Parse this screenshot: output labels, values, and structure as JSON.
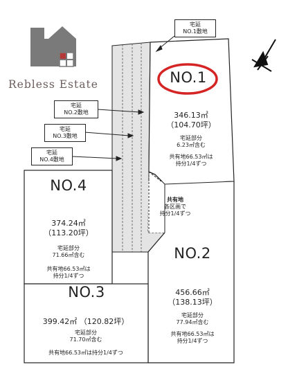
{
  "brand": {
    "name": "Rebless Estate"
  },
  "compass": {
    "icon": "north-arrow-icon"
  },
  "callouts": [
    {
      "line1": "宅延",
      "line2": "NO.1敷地"
    },
    {
      "line1": "宅延",
      "line2": "NO.2敷地"
    },
    {
      "line1": "宅延",
      "line2": "NO.3敷地"
    },
    {
      "line1": "宅延",
      "line2": "NO.4敷地"
    }
  ],
  "lots": {
    "no1": {
      "name": "NO.1",
      "area_m2": "346.13㎡",
      "area_tsubo": "（104.70坪）",
      "driveway_label": "宅延部分",
      "driveway_area": "6.23㎡含む",
      "shared_note1": "共有地66.53㎡は",
      "shared_note2": "持分1/4ずつ",
      "highlight_color": "#d42424"
    },
    "no2": {
      "name": "NO.2",
      "area_m2": "456.66㎡",
      "area_tsubo": "（138.13坪）",
      "driveway_label": "宅延部分",
      "driveway_area": "77.94㎡含む",
      "shared_note1": "共有地66.53㎡は",
      "shared_note2": "持分1/4ずつ"
    },
    "no3": {
      "name": "NO.3",
      "area_line": "399.42㎡ （120.82坪）",
      "driveway_label": "宅延部分",
      "driveway_area": "71.70㎡含む",
      "shared_note": "共有地66.53㎡は持分1/4ずつ"
    },
    "no4": {
      "name": "NO.4",
      "area_m2": "374.24㎡",
      "area_tsubo": "（113.20坪）",
      "driveway_label": "宅延部分",
      "driveway_area": "71.66㎡含む",
      "shared_note1": "共有地66.53㎡は",
      "shared_note2": "持分1/4ずつ"
    }
  },
  "shared_land": {
    "title": "共有地",
    "line1": "各区画で",
    "line2": "持分1/4ずつ"
  },
  "colors": {
    "lot_fill": "#ffffff",
    "driveway_fill": "#e4e4e4",
    "outline": "#222222",
    "logo_gray": "#757575",
    "logo_red": "#b43a3a"
  }
}
